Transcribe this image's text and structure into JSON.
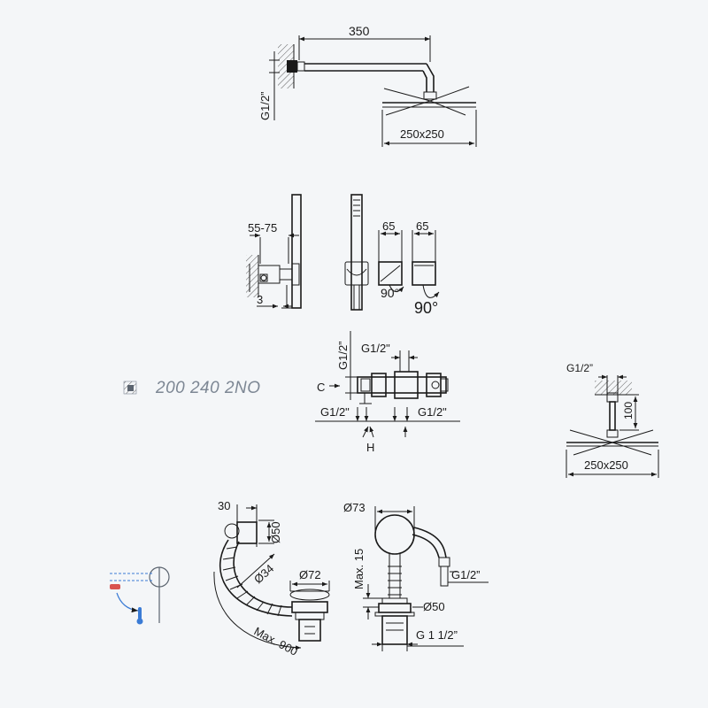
{
  "product_code": "200 240 2NO",
  "dimensions": {
    "arm_length": "350",
    "arm_thread": "G1/2”",
    "head_size_top": "250x250",
    "holder_depth": "55-75",
    "holder_gap": "3",
    "width_a": "65",
    "width_b": "65",
    "angle_a": "90°",
    "angle_b": "90°",
    "mixer_top_thread": "G1/2\"",
    "mixer_vert_thread": "G1/2”",
    "mixer_c": "C",
    "mixer_left_thread": "G1/2\"",
    "mixer_right_thread": "G1/2\"",
    "mixer_h": "H",
    "ceiling_thread": "G1/2”",
    "ceiling_drop": "100",
    "head_size_ceiling": "250x250",
    "waste_30": "30",
    "waste_d50": "Ø50",
    "waste_d34": "Ø34",
    "waste_d72": "Ø72",
    "waste_max900": "Max. 900",
    "fill_d73": "Ø73",
    "fill_max15": "Max. 15",
    "fill_thread": "G1/2”",
    "fill_d50": "Ø50",
    "fill_outlet": "G 1 1/2”"
  },
  "icons": [
    "flush-mount-icon",
    "thermostatic-mixer-icon"
  ],
  "colors": {
    "line": "#1a1a1a",
    "background": "#f4f6f8",
    "code_text": "#7d8794",
    "mixer_blue": "#3a7bd5",
    "mixer_red": "#d9534f"
  }
}
